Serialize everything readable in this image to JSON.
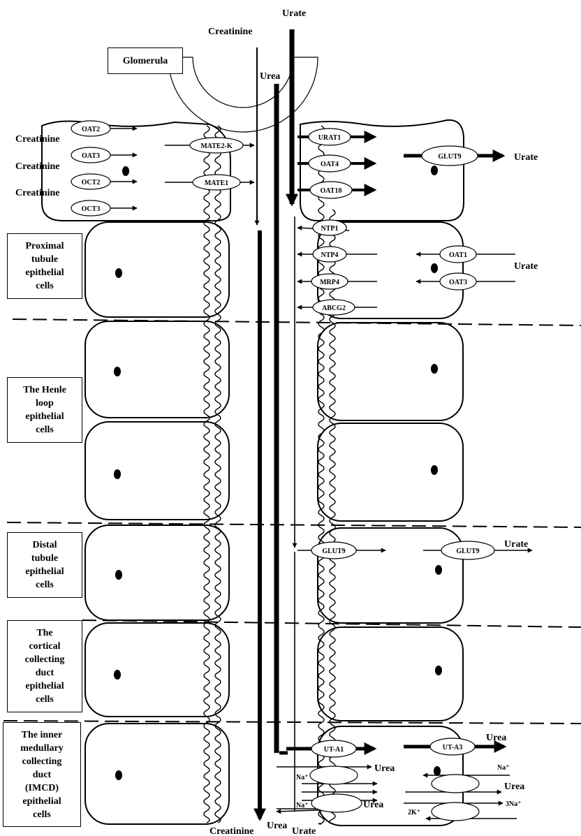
{
  "section_labels": {
    "glomerula": "Glomerula",
    "proximal": "Proximal\ntubule\nepithelial\ncells",
    "henle": "The Henle\nloop\nepithelial\ncells",
    "distal": "Distal\ntubule\nepithelial\ncells",
    "cortical": "The\ncortical\ncollecting\nduct\nepithelial\ncells",
    "imcd": "The inner\nmedullary\ncollecting\nduct\n(IMCD)\nepithelial\ncells"
  },
  "solutes": {
    "creatinine": "Creatinine",
    "urate": "Urate",
    "urea": "Urea"
  },
  "transporters": {
    "oat2": "OAT2",
    "oat3": "OAT3",
    "oct2": "OCT2",
    "oct3": "OCT3",
    "mate2k": "MATE2-K",
    "mate1": "MATE1",
    "urat1": "URAT1",
    "oat4": "OAT4",
    "oat10": "OAT10",
    "glut9": "GLUT9",
    "ntp1": "NTP1",
    "ntp4": "NTP4",
    "mrp4": "MRP4",
    "abcg2": "ABCG2",
    "oat1": "OAT1",
    "uta1": "UT-A1",
    "uta3": "UT-A3"
  },
  "ions": {
    "na": "Na⁺",
    "na3": "3Na⁺",
    "k2": "2K⁺"
  }
}
